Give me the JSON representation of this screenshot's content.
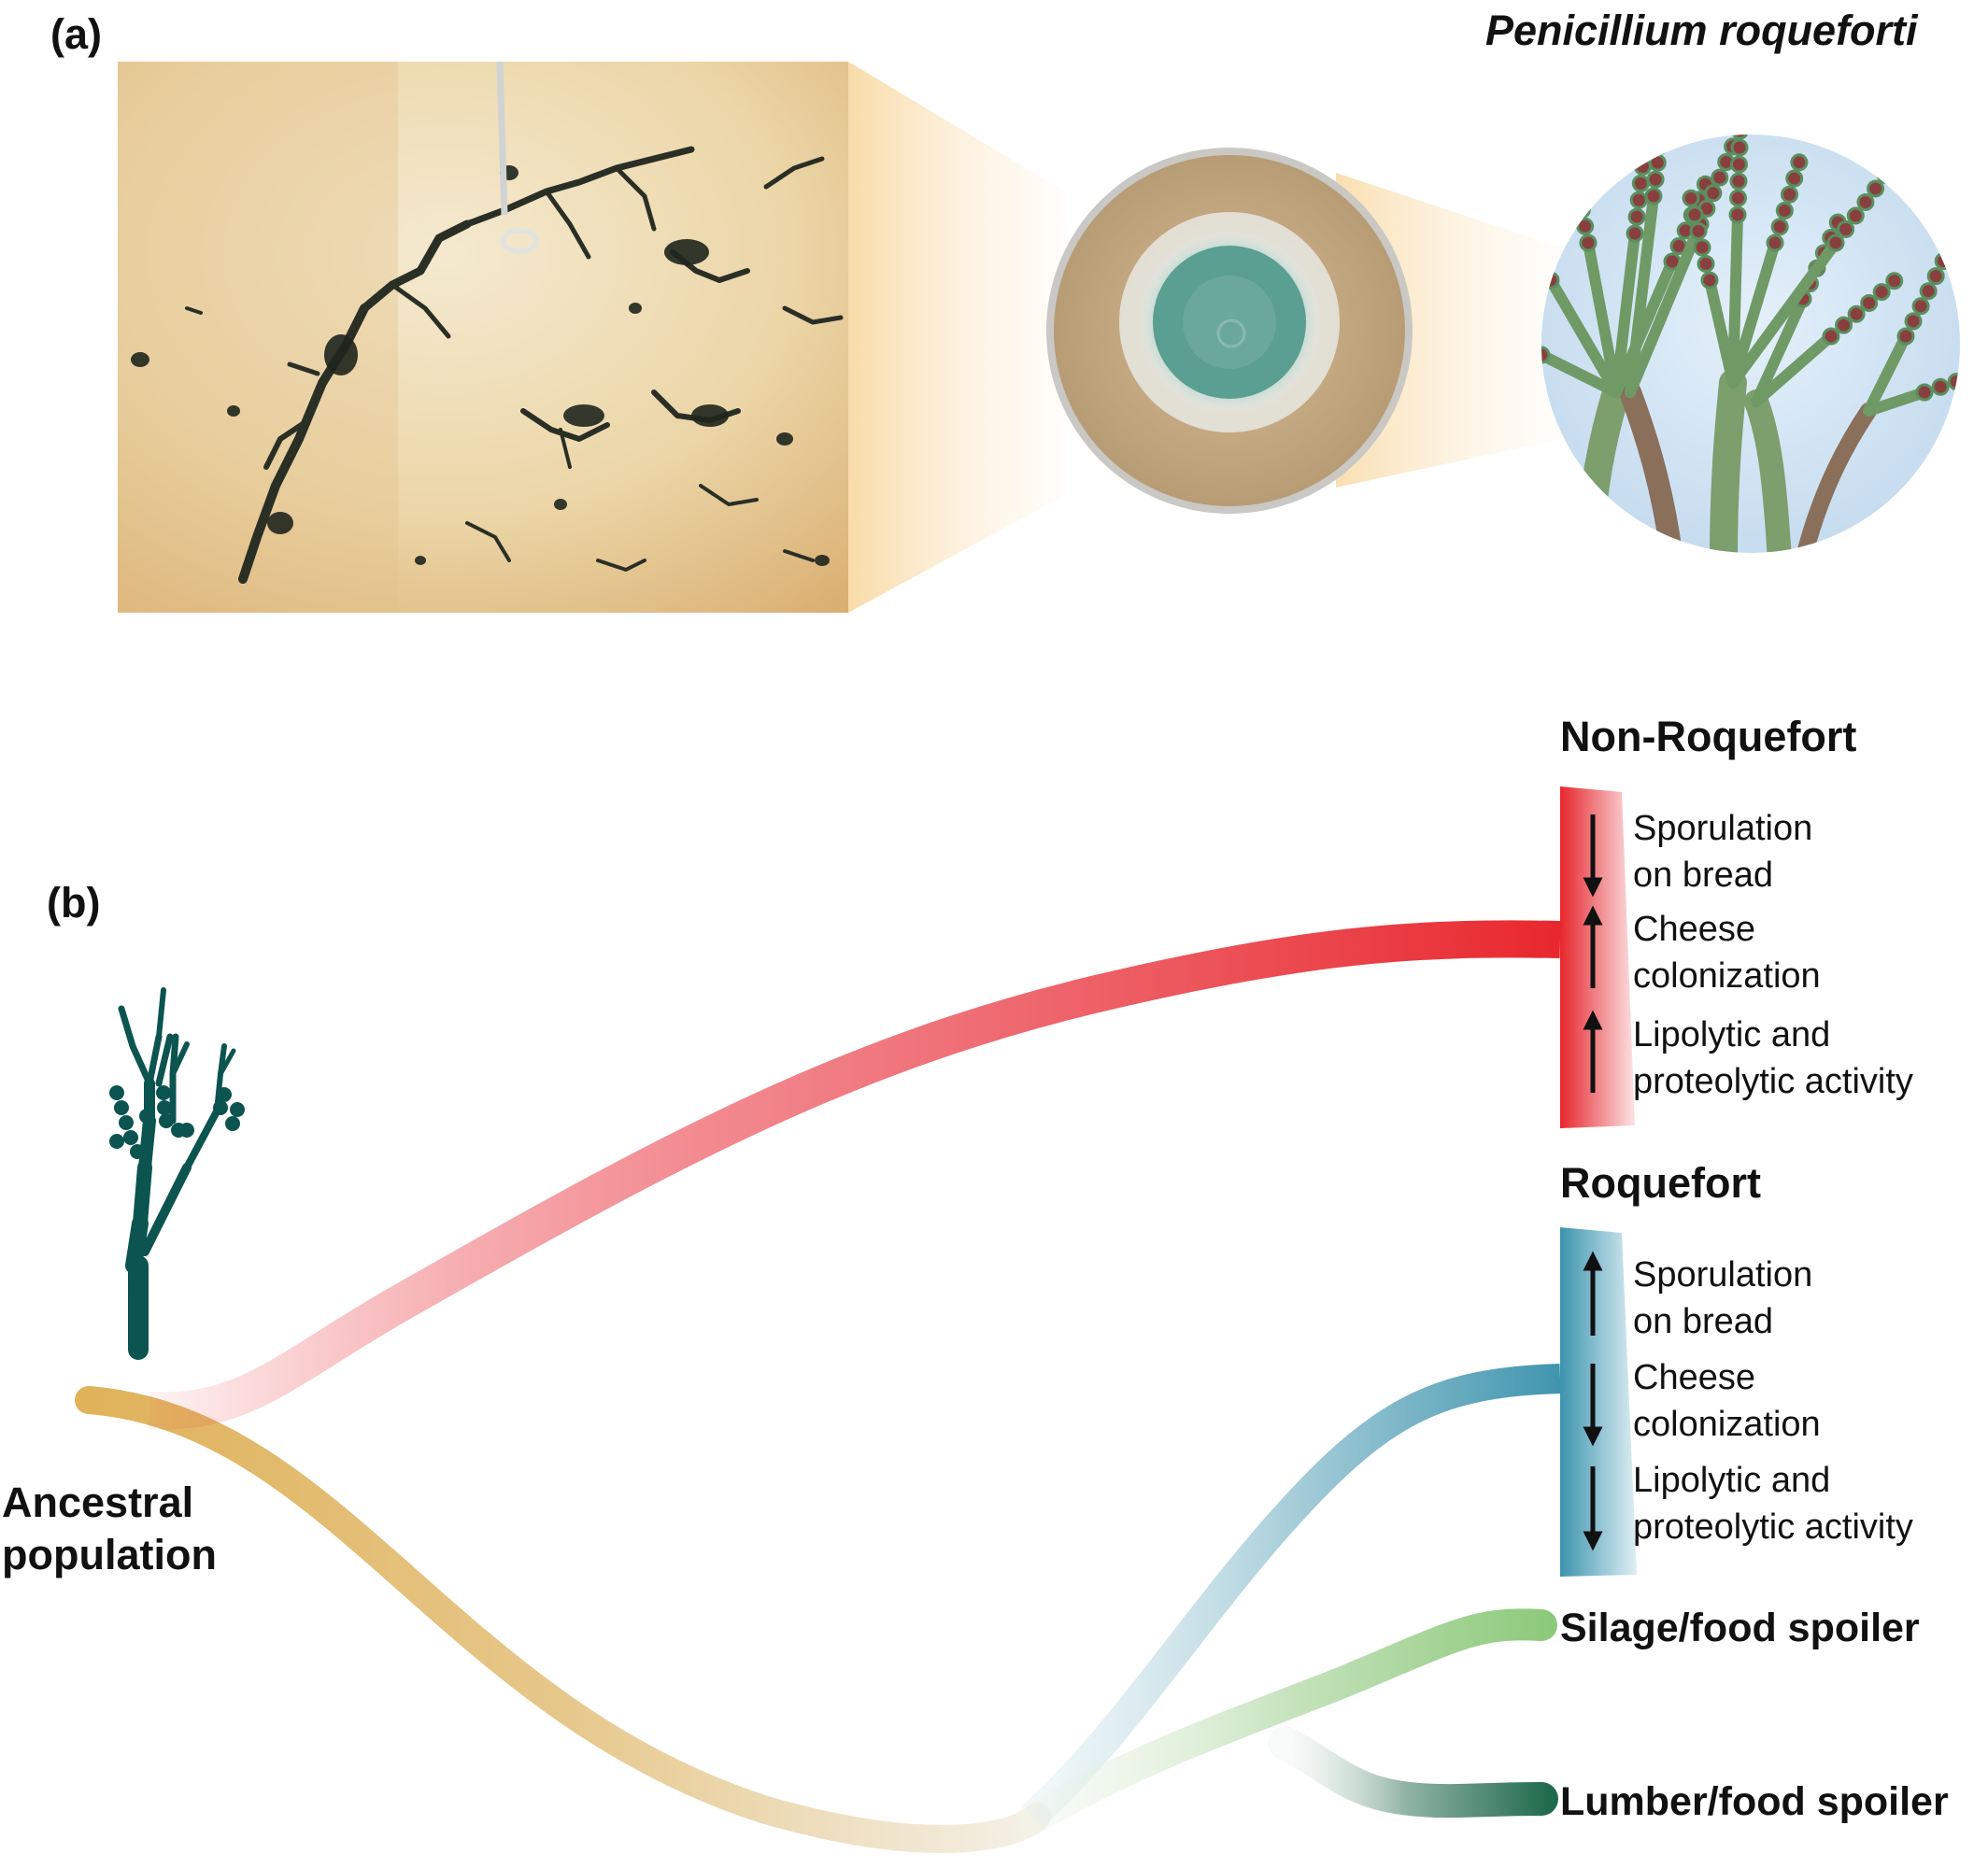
{
  "panel_a": {
    "label": "(a)",
    "species": "Penicillium roqueforti"
  },
  "panel_b": {
    "label": "(b)",
    "ancestor": {
      "line1": "Ancestral",
      "line2": "population"
    },
    "non_roquefort": {
      "heading": "Non-Roquefort",
      "color": "#e8262c",
      "traits": [
        {
          "line1": "Sporulation",
          "line2": "on bread",
          "direction": "down"
        },
        {
          "line1": "Cheese",
          "line2": "colonization",
          "direction": "up"
        },
        {
          "line1": "Lipolytic and",
          "line2": "proteolytic activity",
          "direction": "up"
        }
      ]
    },
    "roquefort": {
      "heading": "Roquefort",
      "color": "#3c93ad",
      "traits": [
        {
          "line1": "Sporulation",
          "line2": "on bread",
          "direction": "up"
        },
        {
          "line1": "Cheese",
          "line2": "colonization",
          "direction": "down"
        },
        {
          "line1": "Lipolytic and",
          "line2": "proteolytic activity",
          "direction": "down"
        }
      ]
    },
    "silage": {
      "label": "Silage/food spoiler",
      "color": "#8cc97a"
    },
    "lumber": {
      "label": "Lumber/food spoiler",
      "color": "#1f6a4c"
    },
    "ancestor_color": "#e0b25a",
    "fungus_color": "#0b5450"
  }
}
